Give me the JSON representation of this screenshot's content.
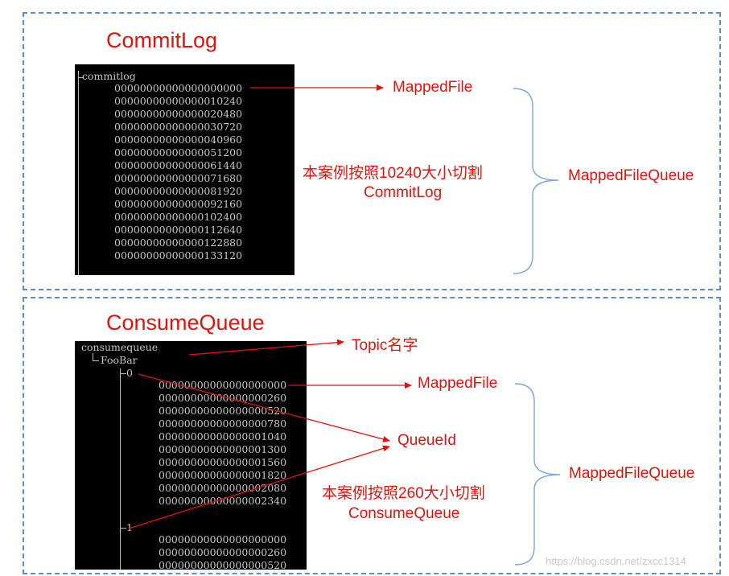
{
  "commitlog_section": {
    "heading": "CommitLog",
    "tree_root": "commitlog",
    "files": [
      "00000000000000000000",
      "00000000000000010240",
      "00000000000000020480",
      "00000000000000030720",
      "00000000000000040960",
      "00000000000000051200",
      "00000000000000061440",
      "00000000000000071680",
      "00000000000000081920",
      "00000000000000092160",
      "00000000000000102400",
      "00000000000000112640",
      "00000000000000122880",
      "00000000000000133120"
    ],
    "mapped_file_label": "MappedFile",
    "split_note_line1": "本案例按照10240大小切割",
    "split_note_line2": "CommitLog",
    "queue_label": "MappedFileQueue"
  },
  "consumequeue_section": {
    "heading": "ConsumeQueue",
    "tree_root": "consumequeue",
    "topic_dir": "FooBar",
    "queue0": "0",
    "queue1": "1",
    "files_queue0": [
      "00000000000000000000",
      "00000000000000000260",
      "00000000000000000520",
      "00000000000000000780",
      "00000000000000001040",
      "00000000000000001300",
      "00000000000000001560",
      "00000000000000001820",
      "00000000000000002080",
      "00000000000000002340"
    ],
    "files_queue1": [
      "00000000000000000000",
      "00000000000000000260",
      "00000000000000000520"
    ],
    "topic_label": "Topic名字",
    "mapped_file_label": "MappedFile",
    "queue_id_label": "QueueId",
    "split_note_line1": "本案例按照260大小切割",
    "split_note_line2": "ConsumeQueue",
    "queue_label": "MappedFileQueue"
  },
  "watermark": "https://blog.csdn.net/zxcc1314",
  "colors": {
    "annotation": "#e3120b",
    "panel_border": "#5b8fc9",
    "brace": "#7aa7d6",
    "terminal_bg": "#000000",
    "terminal_text": "#c8c8c8"
  }
}
